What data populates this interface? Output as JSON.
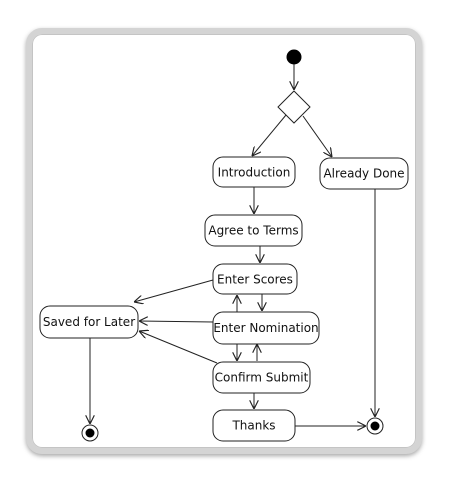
{
  "diagram": {
    "nodes": {
      "introduction": "Introduction",
      "already_done": "Already Done",
      "agree_to_terms": "Agree to Terms",
      "enter_scores": "Enter Scores",
      "saved_for_later": "Saved for Later",
      "enter_nomination": "Enter Nomination",
      "confirm_submit": "Confirm Submit",
      "thanks": "Thanks"
    }
  }
}
